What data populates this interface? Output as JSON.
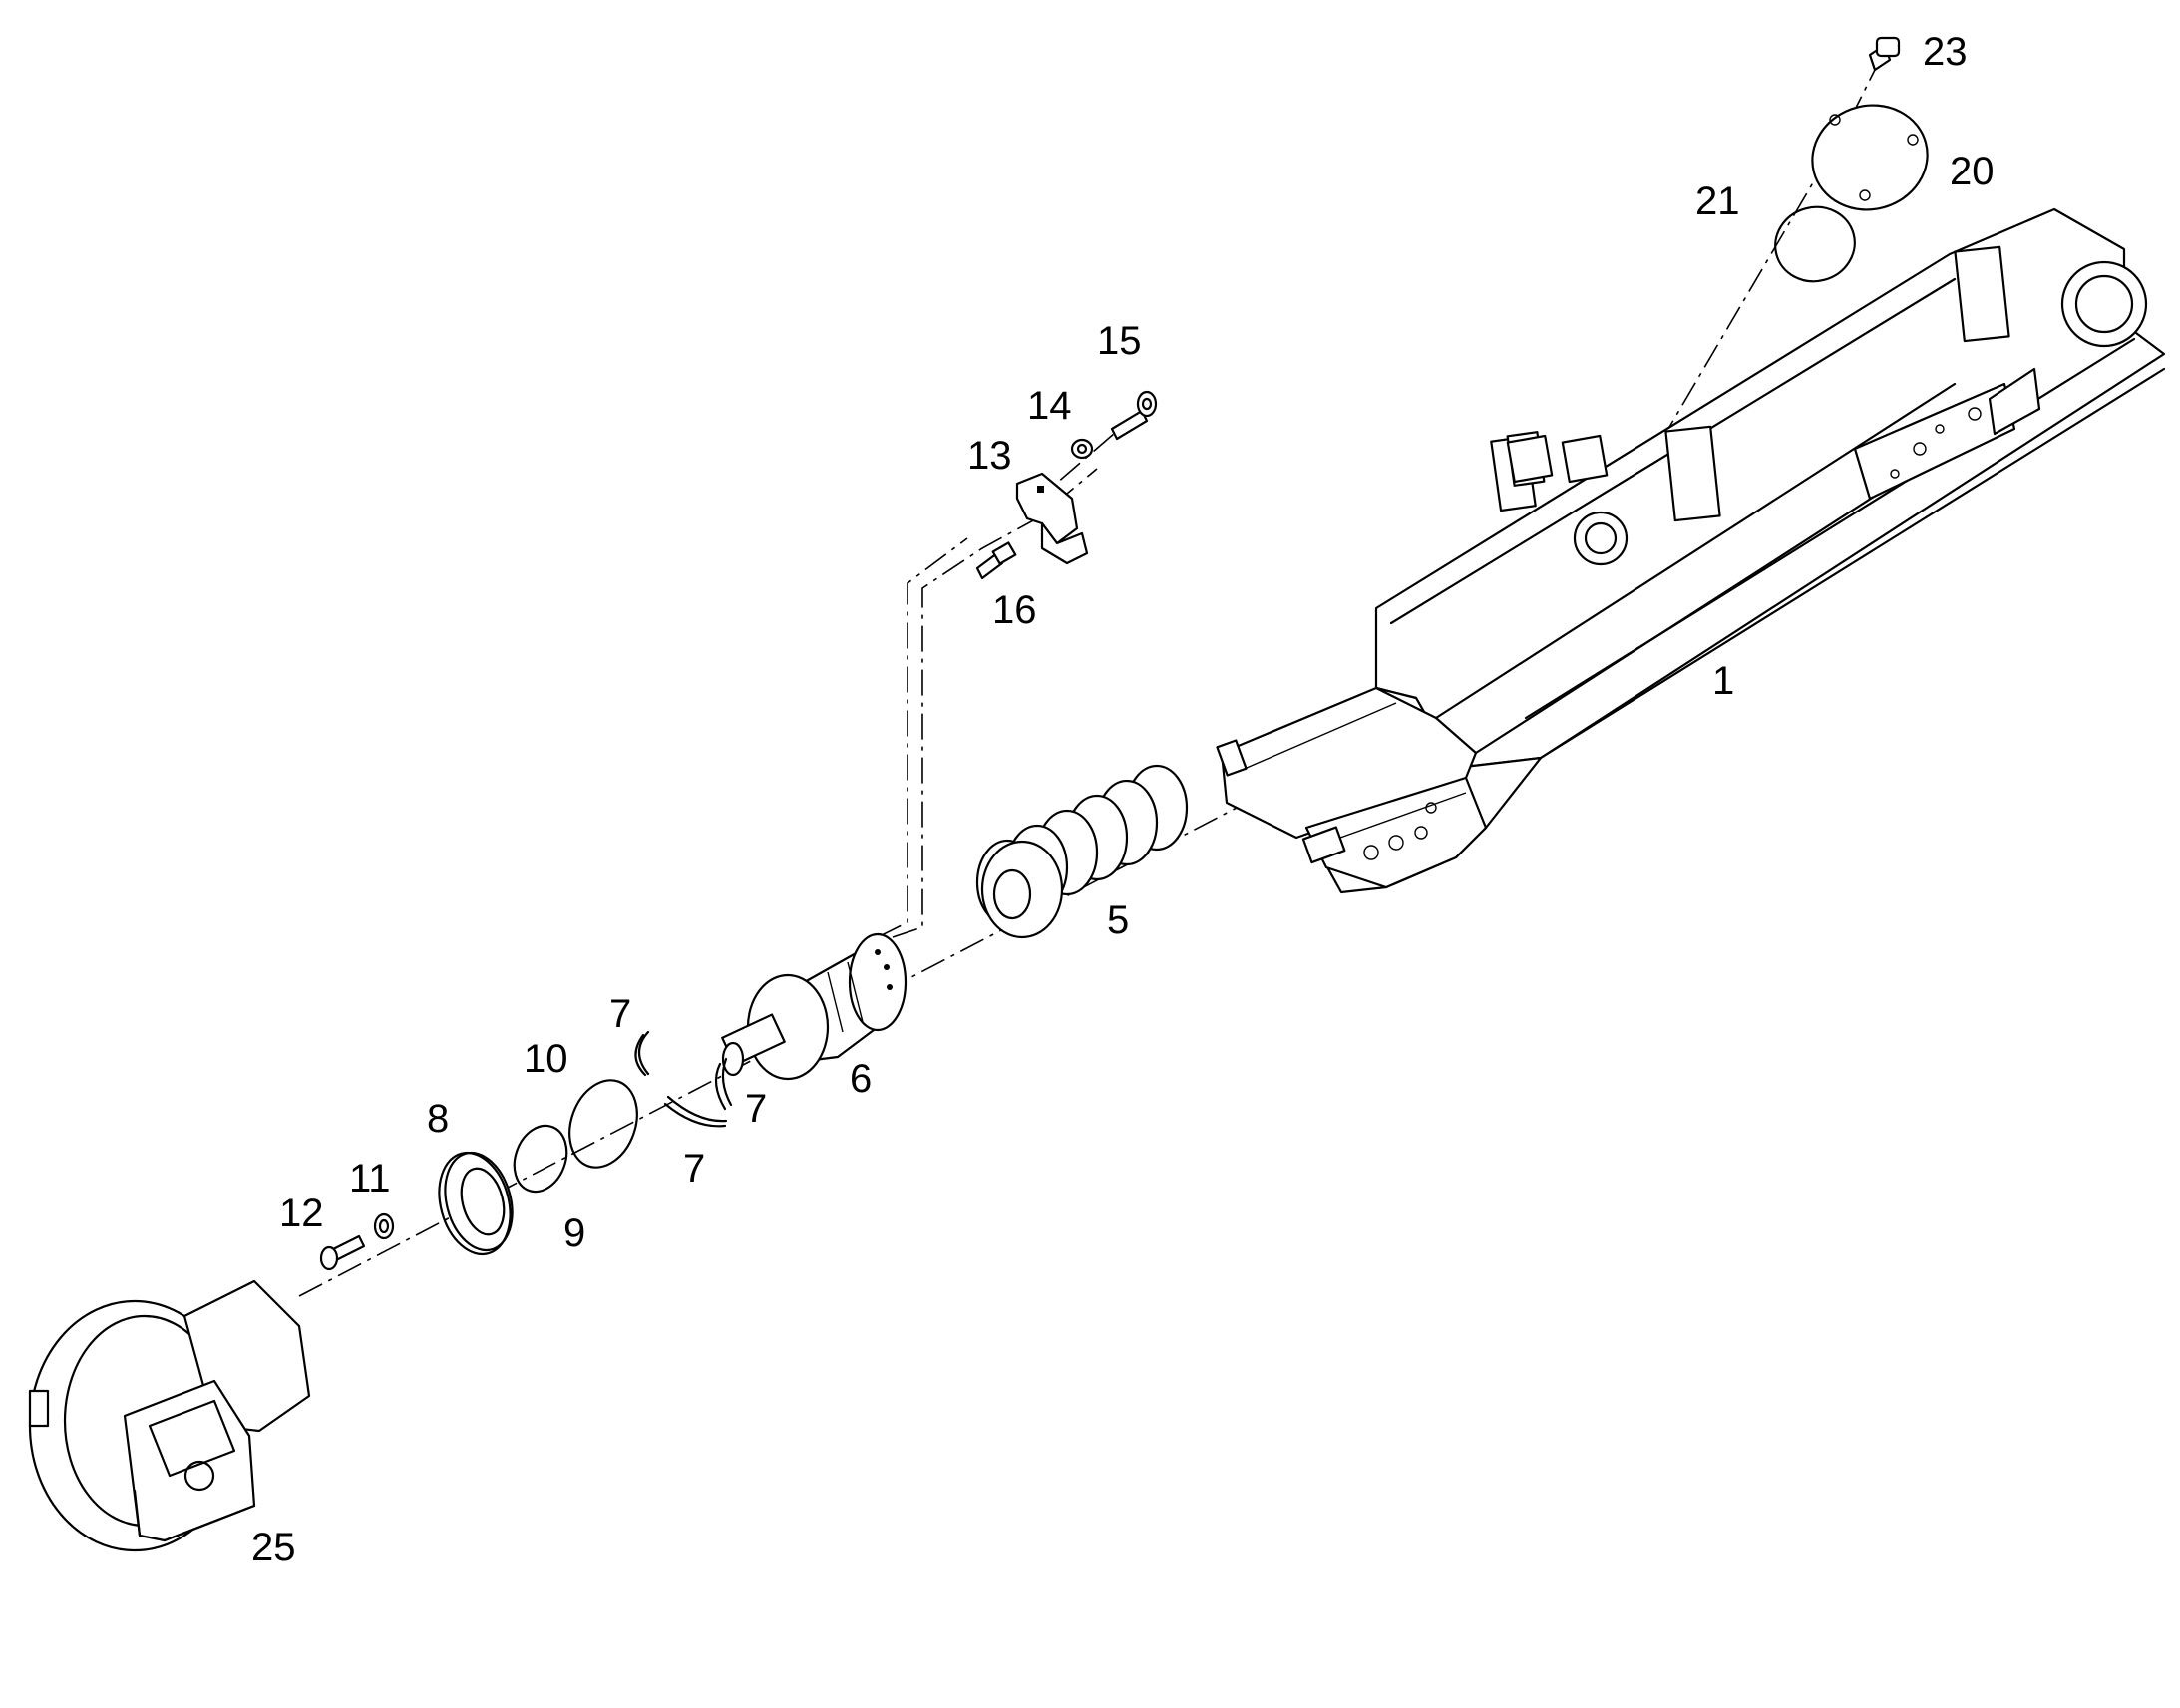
{
  "callouts": {
    "p1": "1",
    "p5": "5",
    "p6": "6",
    "p7a": "7",
    "p7b": "7",
    "p7c": "7",
    "p8": "8",
    "p9": "9",
    "p10": "10",
    "p11": "11",
    "p12": "12",
    "p13": "13",
    "p14": "14",
    "p15": "15",
    "p16": "16",
    "p20": "20",
    "p21": "21",
    "p23": "23",
    "p25": "25"
  }
}
